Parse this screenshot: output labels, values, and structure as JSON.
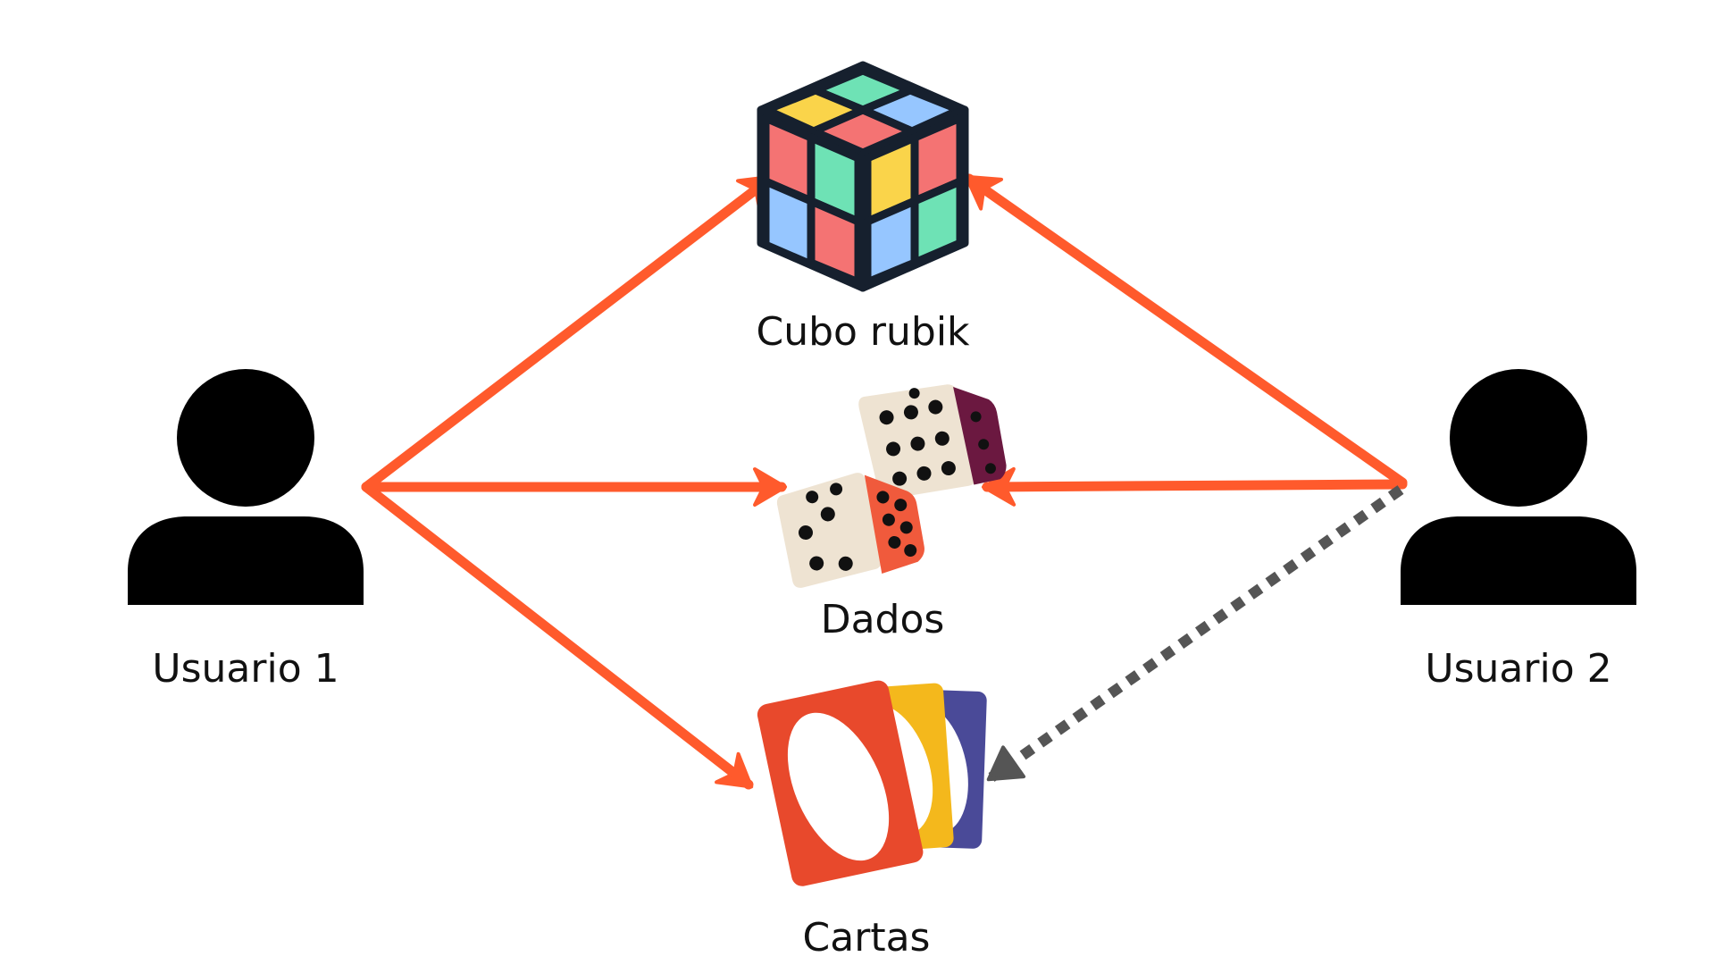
{
  "nodes": {
    "user1": {
      "label": "Usuario 1",
      "icon": "person-icon"
    },
    "user2": {
      "label": "Usuario 2",
      "icon": "person-icon"
    },
    "rubik": {
      "label": "Cubo rubik",
      "icon": "rubiks-cube-icon"
    },
    "dice": {
      "label": "Dados",
      "icon": "dice-icon"
    },
    "cards": {
      "label": "Cartas",
      "icon": "playing-cards-icon"
    }
  },
  "edges": [
    {
      "from": "user1",
      "to": "rubik",
      "style": "solid"
    },
    {
      "from": "user1",
      "to": "dice",
      "style": "solid"
    },
    {
      "from": "user1",
      "to": "cards",
      "style": "solid"
    },
    {
      "from": "user2",
      "to": "rubik",
      "style": "solid"
    },
    {
      "from": "user2",
      "to": "dice",
      "style": "solid"
    },
    {
      "from": "user2",
      "to": "cards",
      "style": "dotted"
    }
  ],
  "colors": {
    "solid_arrow": "#FF5A2C",
    "dotted_arrow": "#555555",
    "person": "#000000",
    "cube_outline": "#16202E",
    "cube_red": "#F47373",
    "cube_green": "#6EE2B5",
    "cube_yellow": "#FAD44A",
    "cube_blue": "#96C6FF",
    "die_face": "#EEE3D2",
    "die_red_face": "#F05A3C",
    "die_purple_face": "#6B1840",
    "card_red": "#E8492C",
    "card_yellow": "#F4B81C",
    "card_blue": "#4A4A98"
  }
}
